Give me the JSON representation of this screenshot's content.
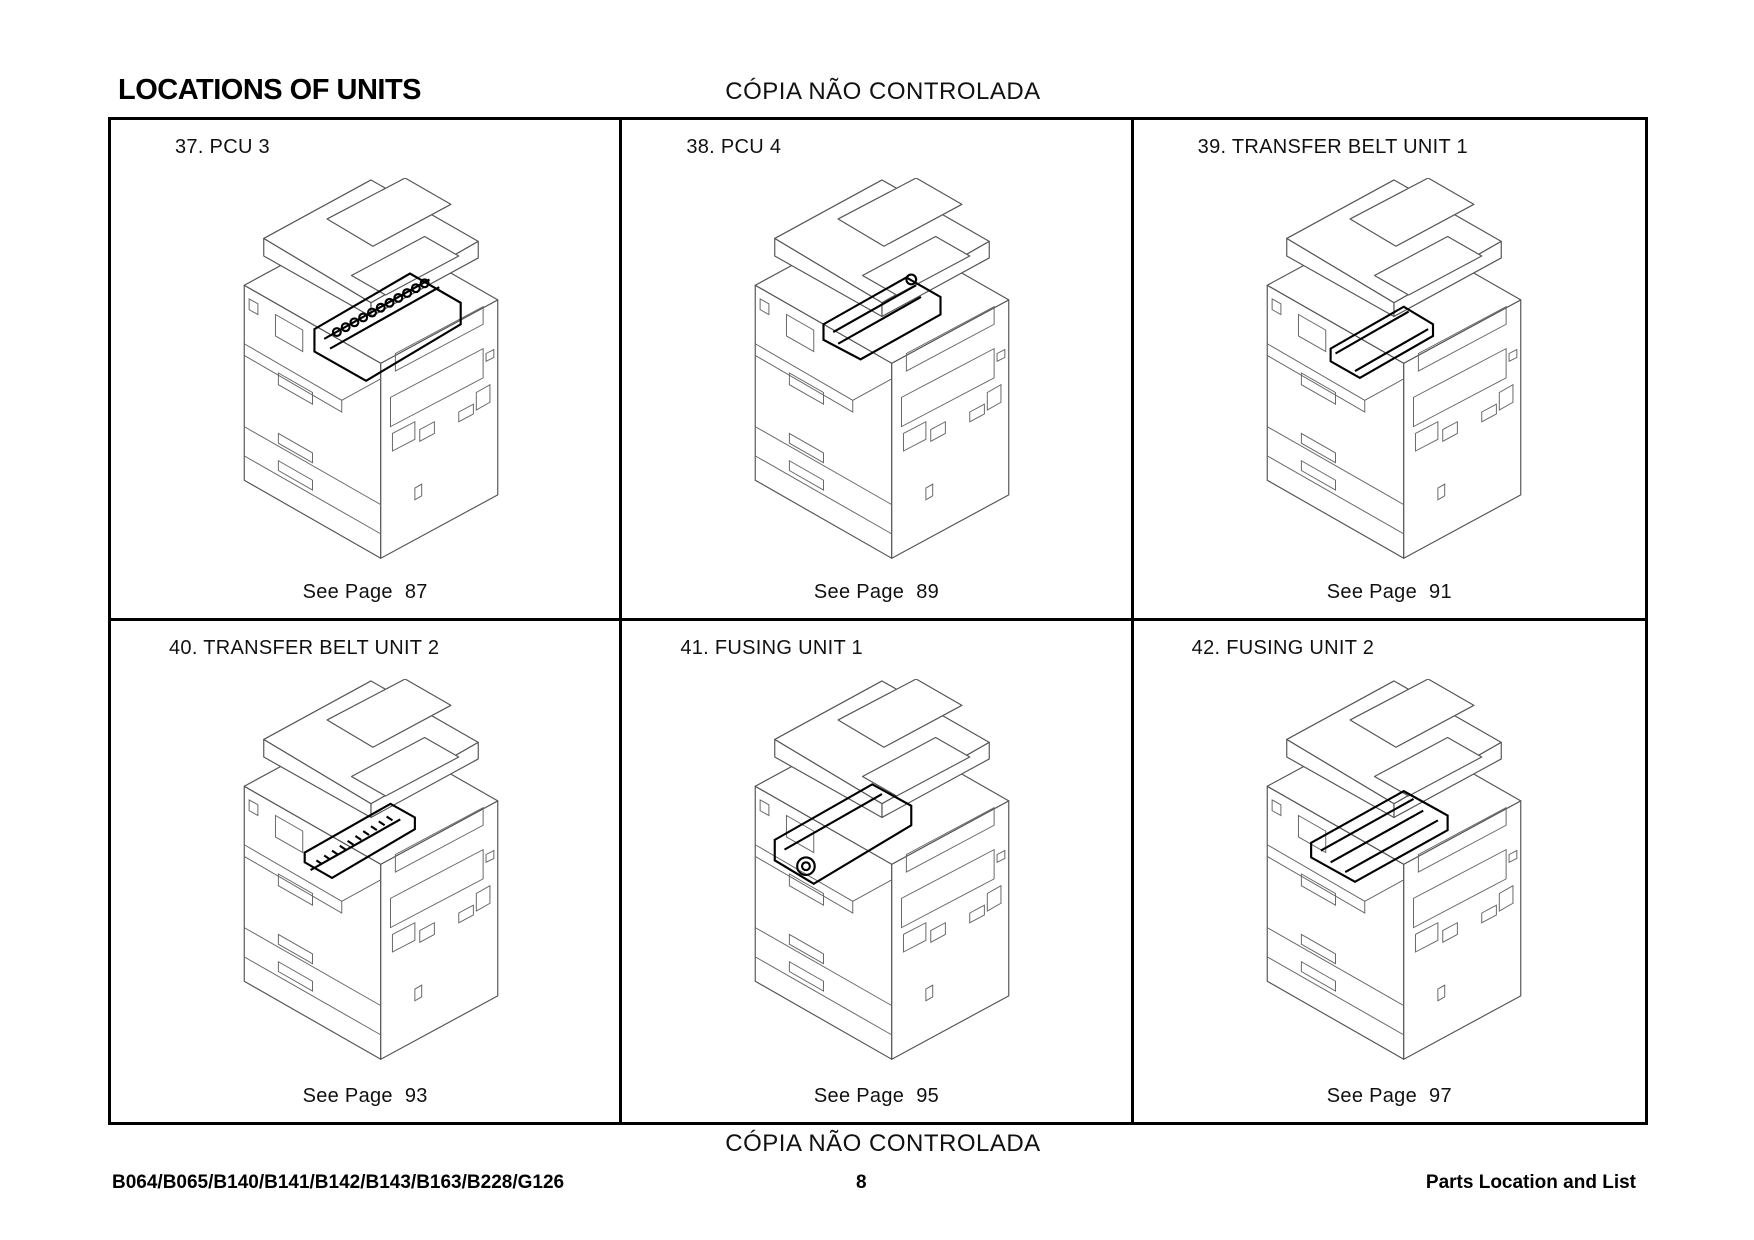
{
  "header": {
    "title": "LOCATIONS OF UNITS",
    "watermark": "CÓPIA NÃO CONTROLADA"
  },
  "units": [
    {
      "title": "37. PCU 3",
      "see_label": "See Page",
      "page": "87",
      "highlight": "pcu3"
    },
    {
      "title": "38. PCU 4",
      "see_label": "See Page",
      "page": "89",
      "highlight": "pcu4"
    },
    {
      "title": "39. TRANSFER BELT UNIT 1",
      "see_label": "See Page",
      "page": "91",
      "highlight": "belt1"
    },
    {
      "title": "40. TRANSFER BELT UNIT 2",
      "see_label": "See Page",
      "page": "93",
      "highlight": "belt2"
    },
    {
      "title": "41. FUSING UNIT 1",
      "see_label": "See Page",
      "page": "95",
      "highlight": "fuse1"
    },
    {
      "title": "42. FUSING UNIT 2",
      "see_label": "See Page",
      "page": "97",
      "highlight": "fuse2"
    }
  ],
  "footer": {
    "watermark": "CÓPIA NÃO CONTROLADA",
    "models": "B064/B065/B140/B141/B142/B143/B163/B228/G126",
    "page_number": "8",
    "section": "Parts Location and List"
  }
}
